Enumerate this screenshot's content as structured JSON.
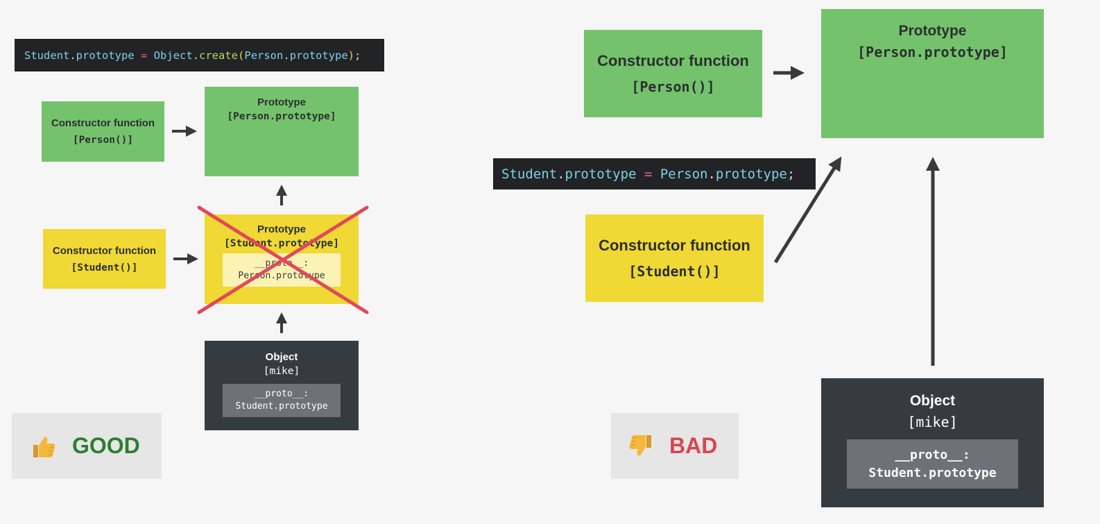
{
  "good": {
    "code": {
      "lhs_obj": "Student",
      "dot1": ".",
      "lhs_prop": "prototype",
      "eq": " = ",
      "fn_obj": "Object",
      "dot2": ".",
      "fn_name": "create",
      "paren_open": "(",
      "arg_obj": "Person",
      "dot3": ".",
      "arg_prop": "prototype",
      "paren_close": ")",
      "semi": ";"
    },
    "person_constructor": {
      "title": "Constructor function",
      "name": "[Person()]"
    },
    "person_prototype": {
      "title": "Prototype",
      "name": "[Person.prototype]"
    },
    "student_constructor": {
      "title": "Constructor function",
      "name": "[Student()]"
    },
    "student_prototype": {
      "title": "Prototype",
      "name": "[Student.prototype]",
      "proto_label": "__proto__:",
      "proto_value": "Person.prototype"
    },
    "object": {
      "title": "Object",
      "name": "[mike]",
      "proto_label": "__proto__:",
      "proto_value": "Student.prototype"
    },
    "verdict": {
      "icon": "thumbs-up-icon",
      "label": "GOOD",
      "color": "#2e7d32"
    }
  },
  "bad": {
    "code": {
      "lhs_obj": "Student",
      "dot1": ".",
      "lhs_prop": "prototype",
      "eq": " = ",
      "rhs_obj": "Person",
      "dot2": ".",
      "rhs_prop": "prototype",
      "semi": ";"
    },
    "person_constructor": {
      "title": "Constructor function",
      "name": "[Person()]"
    },
    "person_prototype": {
      "title": "Prototype",
      "name": "[Person.prototype]"
    },
    "student_constructor": {
      "title": "Constructor function",
      "name": "[Student()]"
    },
    "object": {
      "title": "Object",
      "name": "[mike]",
      "proto_label": "__proto__:",
      "proto_value": "Student.prototype"
    },
    "verdict": {
      "icon": "thumbs-down-icon",
      "label": "BAD",
      "color": "#d9454f"
    }
  },
  "colors": {
    "green_box": "#74c36c",
    "yellow_box": "#f0d835",
    "dark_box": "#353c41",
    "cross": "#e0495a",
    "arrow": "#3a3a3a"
  }
}
